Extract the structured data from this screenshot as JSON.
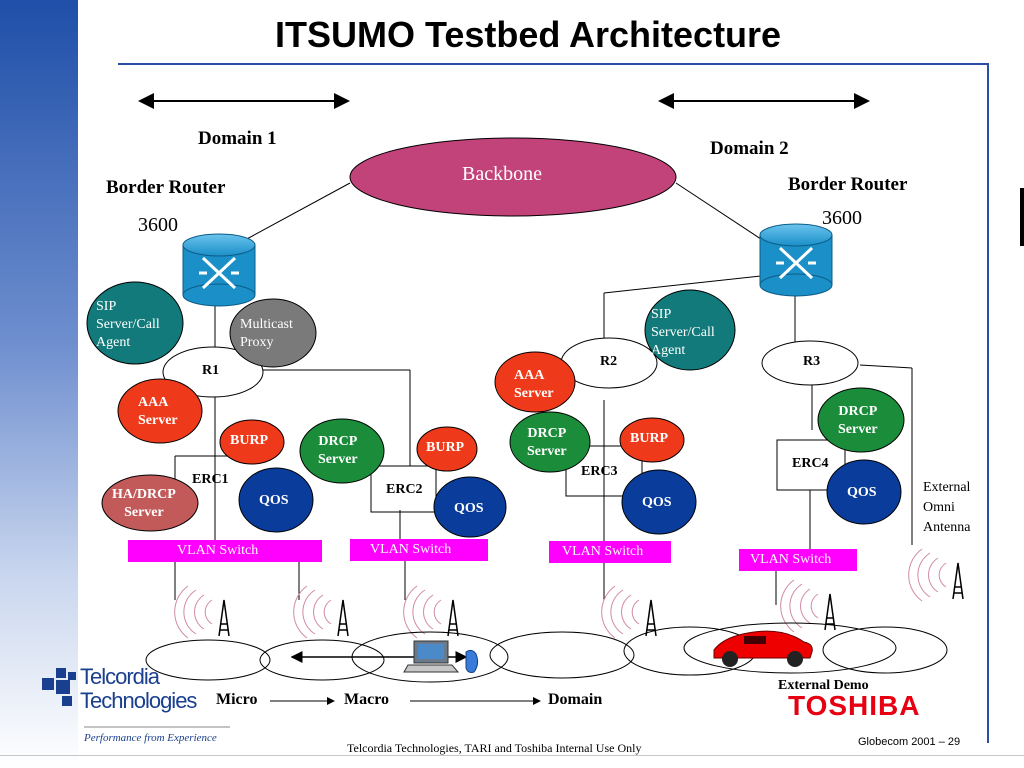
{
  "title": "ITSUMO Testbed Architecture",
  "domains": {
    "domain1": "Domain 1",
    "domain2": "Domain 2"
  },
  "backbone": "Backbone",
  "border_router_left": {
    "label": "Border Router",
    "model": "3600"
  },
  "border_router_right": {
    "label": "Border Router",
    "model": "3600"
  },
  "routers": {
    "r1": "R1",
    "r2": "R2",
    "r3": "R3"
  },
  "erc": {
    "erc1": "ERC1",
    "erc2": "ERC2",
    "erc3": "ERC3",
    "erc4": "ERC4"
  },
  "servers": {
    "sip_left": [
      "SIP",
      "Server/Call",
      "Agent"
    ],
    "multicast": [
      "Multicast",
      "Proxy"
    ],
    "aaa_left": [
      "AAA",
      "Server"
    ],
    "burp_1": "BURP",
    "drcp_1": [
      "DRCP",
      "Server"
    ],
    "burp_2": "BURP",
    "ha_drcp": [
      "HA/DRCP",
      "Server"
    ],
    "qos_1": "QOS",
    "qos_2": "QOS",
    "sip_right": [
      "SIP",
      "Server/Call",
      "Agent"
    ],
    "aaa_right": [
      "AAA",
      "Server"
    ],
    "drcp_3": [
      "DRCP",
      "Server"
    ],
    "burp_3": "BURP",
    "qos_3": "QOS",
    "drcp_4": [
      "DRCP",
      "Server"
    ],
    "qos_4": "QOS"
  },
  "vlan": "VLAN Switch",
  "external_omni": [
    "External",
    "Omni",
    "Antenna"
  ],
  "external_demo": "External Demo",
  "mobility": {
    "micro": "Micro",
    "macro": "Macro",
    "domain": "Domain"
  },
  "footer": {
    "center": "Telcordia Technologies, TARI and Toshiba  Internal Use Only",
    "right": "Globecom 2001 – 29",
    "telcordia_line1": "Telcordia",
    "telcordia_line2": "Technologies",
    "tagline": "Performance from Experience",
    "toshiba": "TOSHIBA"
  },
  "colors": {
    "backbone": "#c2427a",
    "router": "#1a8fc8",
    "sip": "#127a7a",
    "multicast": "#7a7a7a",
    "aaa_burp": "#ee3a1a",
    "drcp": "#1a8c3a",
    "qos": "#0a3c9c",
    "ha_drcp": "#c25a5a",
    "vlan": "#ff00ff",
    "antenna_waves": "#d08aa8"
  }
}
